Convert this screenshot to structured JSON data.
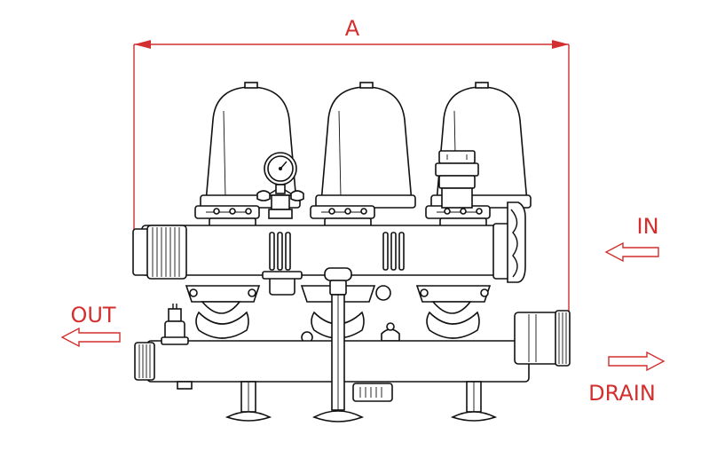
{
  "labels": {
    "dimension": "A",
    "inlet": "IN",
    "outlet": "OUT",
    "drain": "DRAIN"
  },
  "colors": {
    "annotation": "#d32f2f",
    "drawing": "#111111",
    "background": "#ffffff"
  }
}
